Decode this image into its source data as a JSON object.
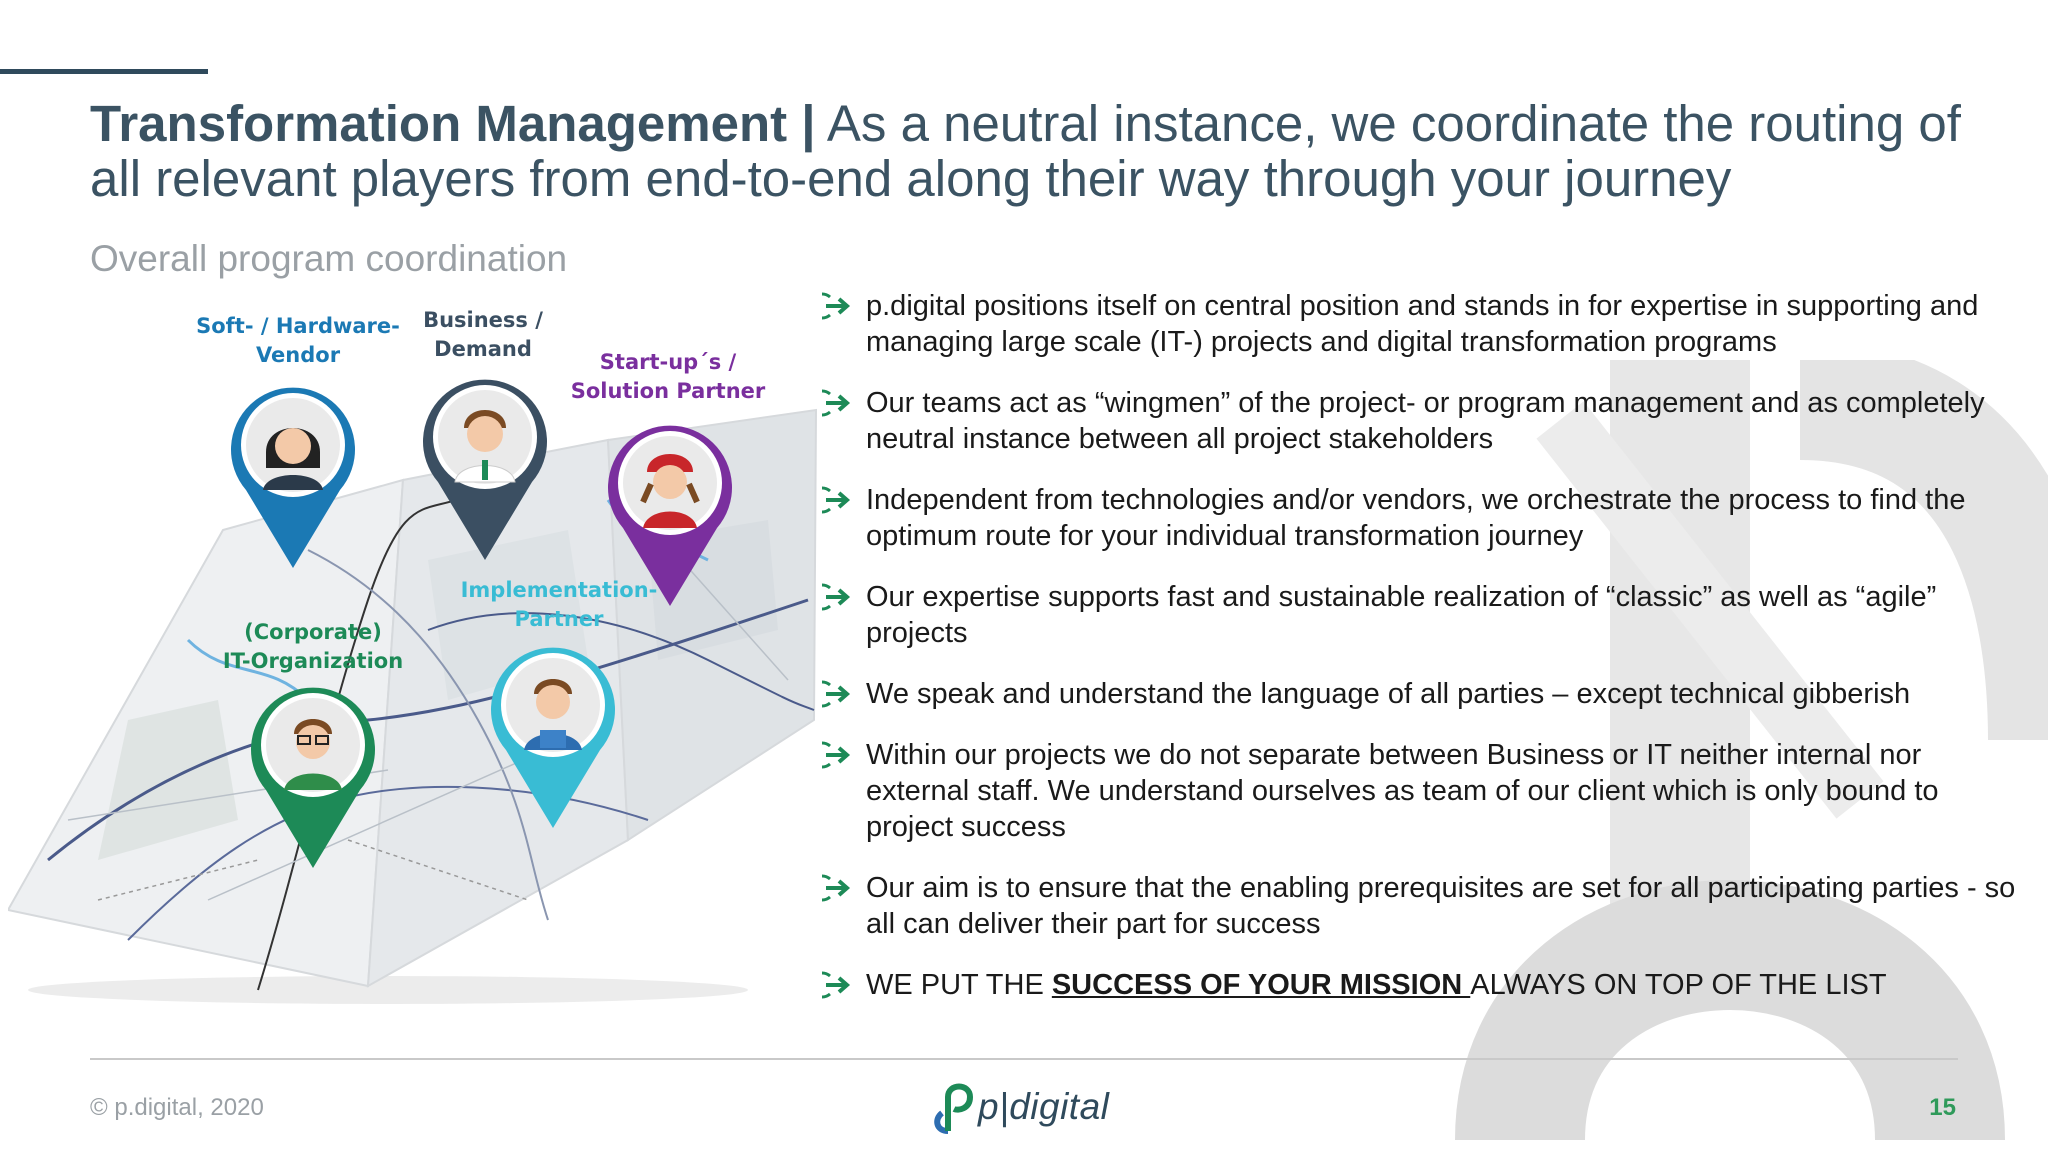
{
  "header": {
    "title_bold": "Transformation Management |",
    "title_rest": " As a neutral instance, we coordinate the routing of all relevant players from end-to-end along their way through your journey",
    "subtitle": "Overall program coordination"
  },
  "map": {
    "pins": [
      {
        "label_line1": "Soft- / Hardware-",
        "label_line2": "Vendor",
        "color": "#1b79b4"
      },
      {
        "label_line1": "Business /",
        "label_line2": "Demand",
        "color": "#3b4f62"
      },
      {
        "label_line1": "Start-up´s /",
        "label_line2": "Solution Partner",
        "color": "#7a2f9e"
      },
      {
        "label_line1": "Implementation-",
        "label_line2": "Partner",
        "color": "#39bcd4"
      },
      {
        "label_line1": "(Corporate)",
        "label_line2": "IT-Organization",
        "color": "#1d8a57"
      }
    ]
  },
  "bullets": [
    {
      "text": "p.digital positions itself on central position and stands in for expertise in supporting and managing large scale (IT-) projects and digital transformation programs"
    },
    {
      "text": "Our teams act as “wingmen” of the project- or program management and as completely neutral instance between all project stakeholders"
    },
    {
      "text": "Independent from technologies and/or vendors, we orchestrate the process to find the optimum route for your individual transformation journey"
    },
    {
      "text": "Our expertise supports fast and sustainable realization of “classic” as well as “agile” projects"
    },
    {
      "text": "We speak and understand the language of all parties – except technical gibberish"
    },
    {
      "text": "Within our projects we do not separate between Business or IT neither internal nor external staff. We understand ourselves as team of our client which is only bound to project success"
    },
    {
      "text": "Our aim is to ensure that the enabling prerequisites are set for all participating parties - so all can deliver their part for success"
    },
    {
      "pre": "WE PUT THE ",
      "emph": "SUCCESS OF YOUR MISSION ",
      "post": "ALWAYS ON TOP OF THE LIST"
    }
  ],
  "footer": {
    "copyright": "© p.digital, 2020",
    "logo_text": "p|digital",
    "page_number": "15"
  },
  "colors": {
    "title": "#3b5363",
    "bullet_arrow": "#1d8a57",
    "accent_line": "#2f4a5c",
    "page_number": "#2f9a5a"
  }
}
